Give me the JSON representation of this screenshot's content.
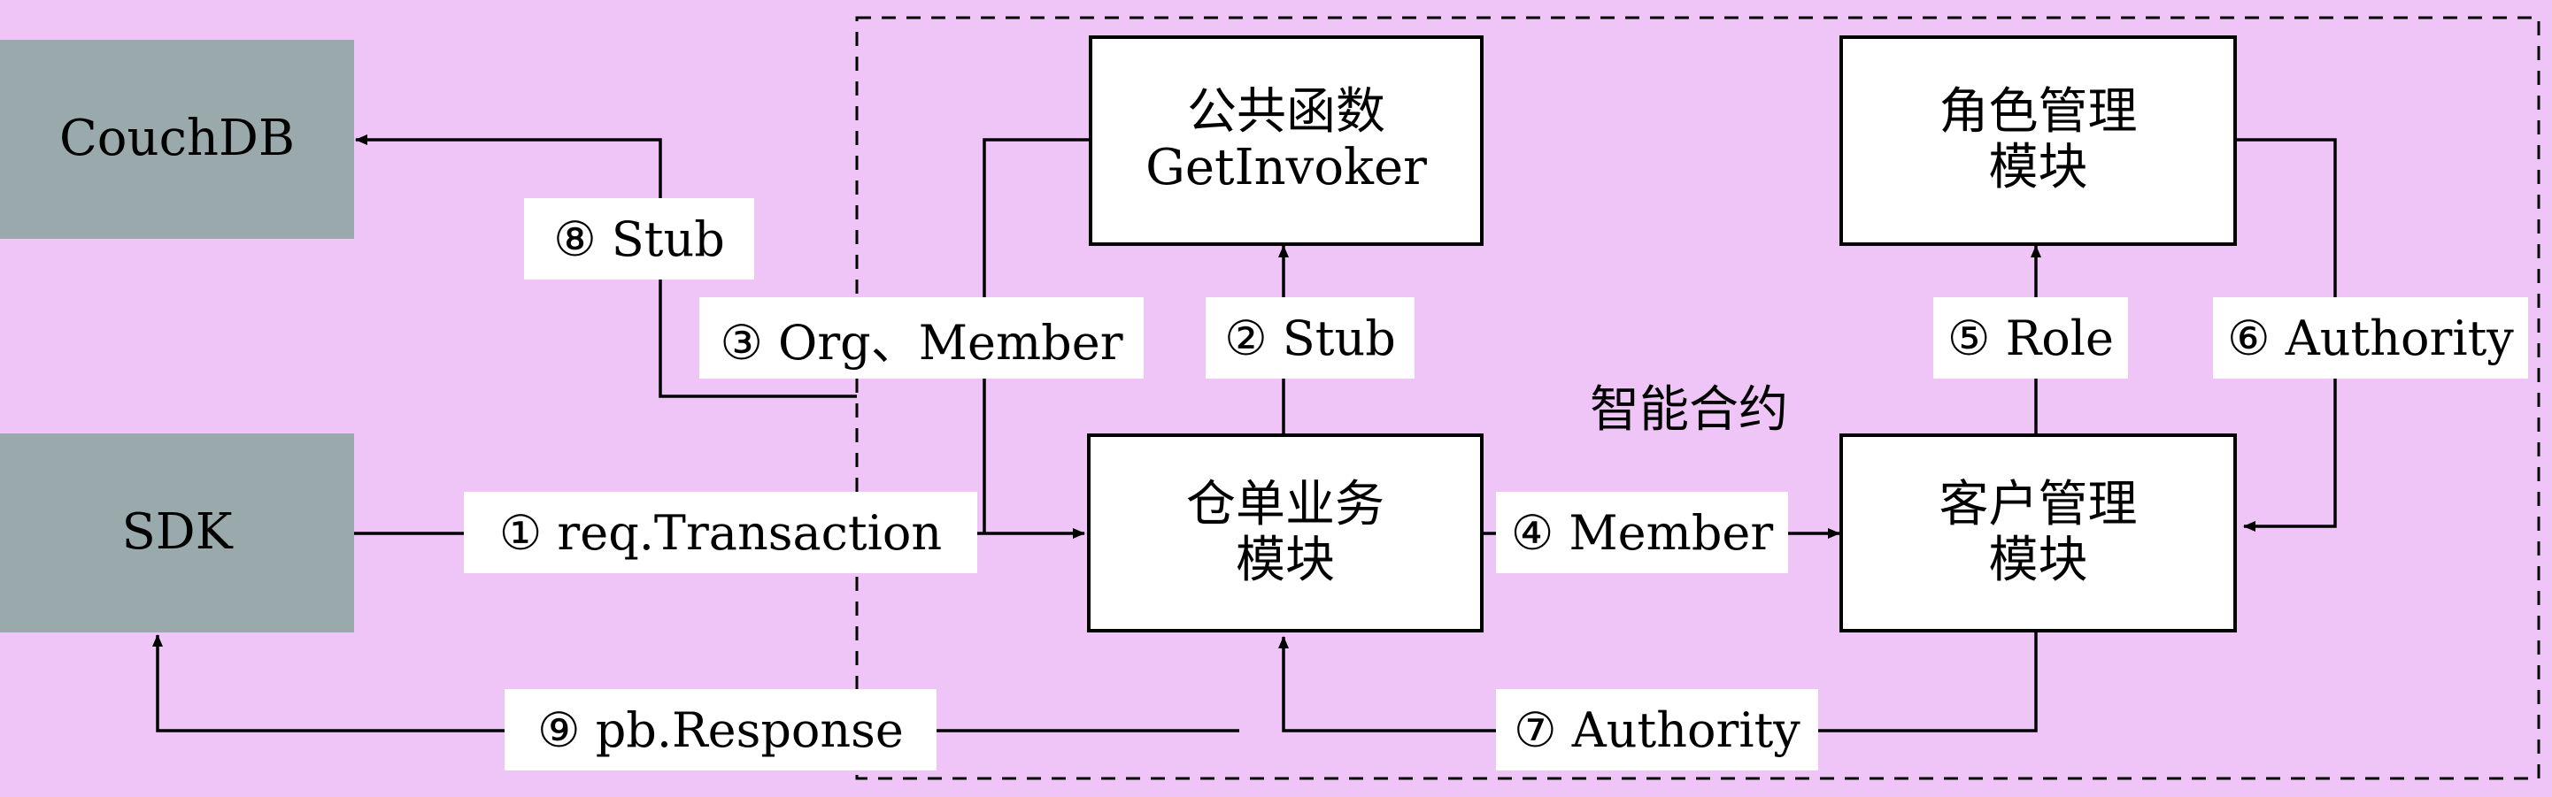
{
  "external": {
    "couchdb": "CouchDB",
    "sdk": "SDK"
  },
  "contract_title": "智能合约",
  "modules": {
    "getinvoker": {
      "line1": "公共函数",
      "line2": "GetInvoker"
    },
    "role_mgmt": {
      "line1": "角色管理",
      "line2": "模块"
    },
    "warehouse": {
      "line1": "仓单业务",
      "line2": "模块"
    },
    "customer_mgmt": {
      "line1": "客户管理",
      "line2": "模块"
    }
  },
  "edges": {
    "e1": "① req.Transaction",
    "e2": "② Stub",
    "e3": "③ Org、Member",
    "e4": "④ Member",
    "e5": "⑤ Role",
    "e6": "⑥ Authority",
    "e7": "⑦ Authority",
    "e8": "⑧ Stub",
    "e9": "⑨ pb.Response"
  }
}
